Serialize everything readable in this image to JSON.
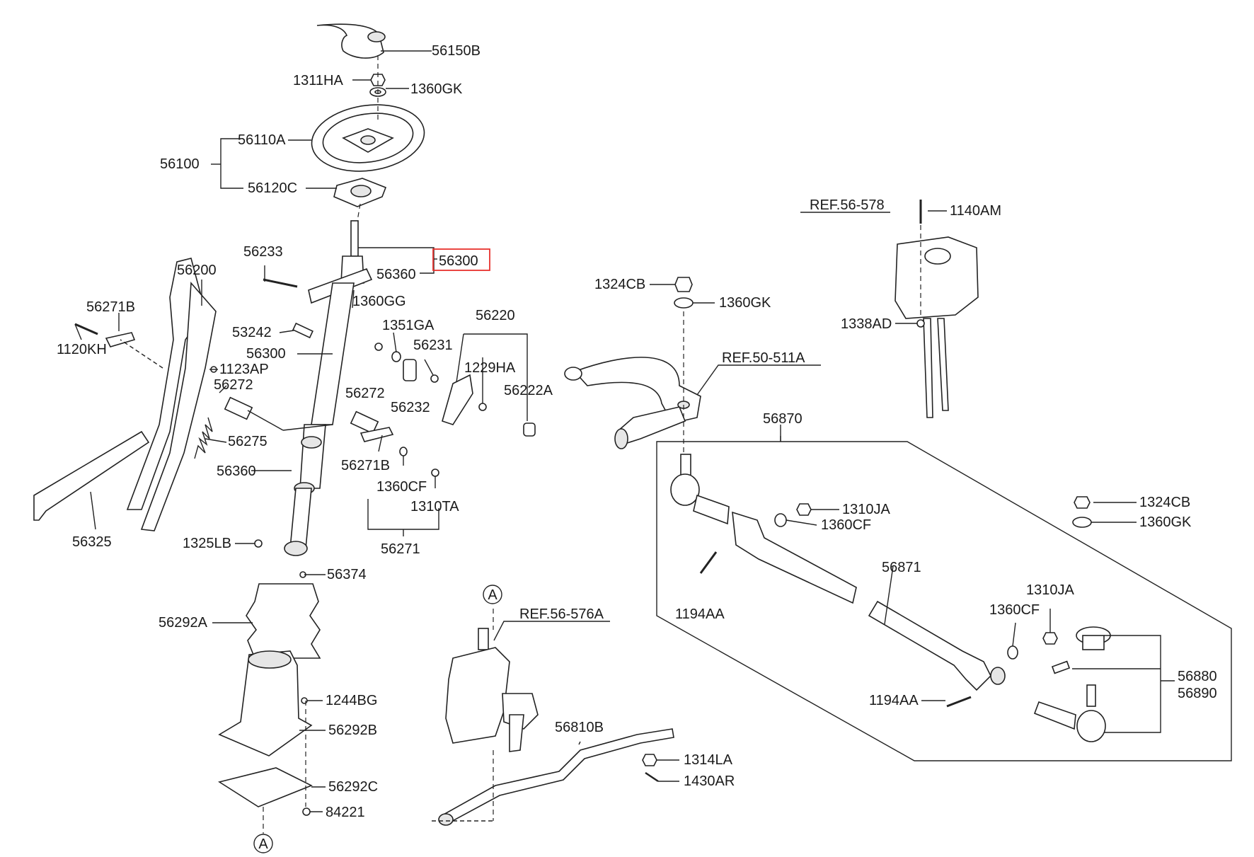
{
  "labels": {
    "p56150B": "56150B",
    "p1311HA": "1311HA",
    "p1360GK_top": "1360GK",
    "p56110A": "56110A",
    "p56100": "56100",
    "p56120C": "56120C",
    "p56233": "56233",
    "p56300_box": "56300",
    "p56360_top": "56360",
    "p56200": "56200",
    "p56271B_left": "56271B",
    "p1120KH": "1120KH",
    "p1360GG": "1360GG",
    "p53242": "53242",
    "p1351GA": "1351GA",
    "p56300": "56300",
    "p56231": "56231",
    "p56220": "56220",
    "p1229HA": "1229HA",
    "p1123AP": "1123AP",
    "p56272_left": "56272",
    "p56272_right": "56272",
    "p56232": "56232",
    "p56222A": "56222A",
    "p56275": "56275",
    "p56271B_right": "56271B",
    "p56360": "56360",
    "p1360CF_mid": "1360CF",
    "p1310TA": "1310TA",
    "p56271": "56271",
    "p56325": "56325",
    "p1325LB": "1325LB",
    "p56374": "56374",
    "p56292A": "56292A",
    "p1244BG": "1244BG",
    "p56292B": "56292B",
    "p56292C": "56292C",
    "p84221": "84221",
    "circleA_bottom": "A",
    "circleA_gear": "A",
    "ref56576A": "REF.56-576A",
    "p56810B": "56810B",
    "p1314LA": "1314LA",
    "p1430AR": "1430AR",
    "p1324CB_top": "1324CB",
    "p1360GK_mid": "1360GK",
    "ref50511A": "REF.50-511A",
    "ref56578": "REF.56-578",
    "p1140AM": "1140AM",
    "p1338AD": "1338AD",
    "p56870": "56870",
    "p1324CB_right": "1324CB",
    "p1360GK_right": "1360GK",
    "p1310JA_top": "1310JA",
    "p1360CF_top": "1360CF",
    "p56871": "56871",
    "p1194AA_top": "1194AA",
    "p1310JA_bottom": "1310JA",
    "p1360CF_bottom": "1360CF",
    "p1194AA_bottom": "1194AA",
    "p56880": "56880",
    "p56890": "56890"
  }
}
